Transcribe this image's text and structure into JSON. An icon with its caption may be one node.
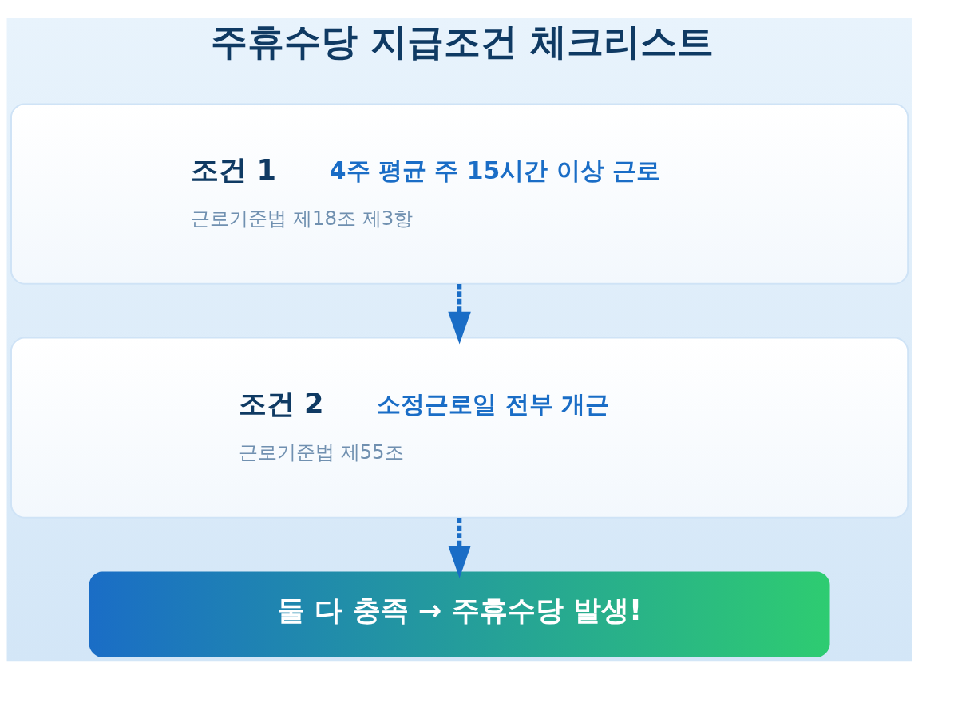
{
  "diagram": {
    "title": "주휴수당 지급조건 체크리스트",
    "nodes": [
      {
        "text": [
          "조건 1",
          "4주 평균 주 15시간 이상 근로",
          "근로기준법 제18조 제3항"
        ]
      },
      {
        "text": [
          "조건 2",
          "소정근로일 전부 개근",
          "근로기준법 제55조"
        ]
      },
      {
        "text": [
          "둘 다 충족 → 주휴수당 발생!"
        ]
      }
    ],
    "edges": [
      {
        "from": 0,
        "to": 1,
        "arrow": "to",
        "style": "dashed"
      },
      {
        "from": 1,
        "to": 2,
        "arrow": "to",
        "style": "dashed"
      }
    ]
  }
}
